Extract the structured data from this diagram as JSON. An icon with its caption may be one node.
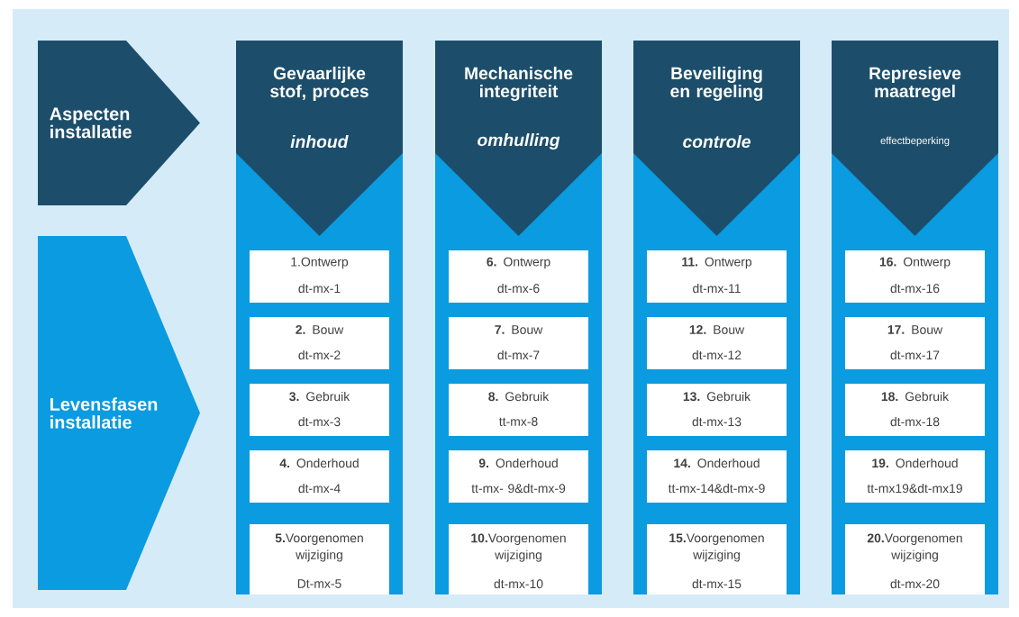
{
  "diagram": {
    "nodes": [
      {
        "text": [
          "Aspecten installatie"
        ]
      },
      {
        "text": [
          "Levensfasen installatie"
        ]
      },
      {
        "text": [
          "Gevaarlijke stof, proces",
          "*inhoud*"
        ]
      },
      {
        "text": [
          "1.Ontwerp",
          "dt-mx-1"
        ],
        "in": 2
      },
      {
        "text": [
          "**2.** Bouw",
          "dt-mx-2"
        ],
        "in": 2
      },
      {
        "text": [
          "**3.** Gebruik",
          "dt-mx-3"
        ],
        "in": 2
      },
      {
        "text": [
          "**4.** Onderhoud",
          "dt-mx-4"
        ],
        "in": 2
      },
      {
        "text": [
          "**5.**Voorgenomen wijziging",
          "Dt-mx-5"
        ],
        "in": 2
      },
      {
        "text": [
          "Mechanische integriteit",
          "*omhulling*"
        ]
      },
      {
        "text": [
          "**6.** Ontwerp",
          "dt-mx-6"
        ],
        "in": 8
      },
      {
        "text": [
          "**7.** Bouw",
          "dt-mx-7"
        ],
        "in": 8
      },
      {
        "text": [
          "**8.** Gebruik",
          "tt-mx-8"
        ],
        "in": 8
      },
      {
        "text": [
          "**9.** Onderhoud",
          "tt-mx- 9&dt-mx-9"
        ],
        "in": 8
      },
      {
        "text": [
          "**10.**Voorgenomen wijziging",
          "dt-mx-10"
        ],
        "in": 8
      },
      {
        "text": [
          "Beveiliging en regeling",
          "*controle*"
        ]
      },
      {
        "text": [
          "**11.** Ontwerp",
          "dt-mx-11"
        ],
        "in": 14
      },
      {
        "text": [
          "**12.** Bouw",
          "dt-mx-12"
        ],
        "in": 14
      },
      {
        "text": [
          "**13.** Gebruik",
          "dt-mx-13"
        ],
        "in": 14
      },
      {
        "text": [
          "**14.** Onderhoud",
          "tt-mx-14&dt-mx-9"
        ],
        "in": 14
      },
      {
        "text": [
          "**15.**Voorgenomen wijziging",
          "dt-mx-15"
        ],
        "in": 14
      },
      {
        "text": [
          "Represieve maatregel",
          "effectbeperking"
        ]
      },
      {
        "text": [
          "**16.** Ontwerp",
          "dt-mx-16"
        ],
        "in": 20
      },
      {
        "text": [
          "**17.** Bouw",
          "dt-mx-17"
        ],
        "in": 20
      },
      {
        "text": [
          "**18.** Gebruik",
          "dt-mx-18"
        ],
        "in": 20
      },
      {
        "text": [
          "**19.** Onderhoud",
          "tt-mx19&dt-mx19"
        ],
        "in": 20
      },
      {
        "text": [
          "**20.**Voorgenomen wijziging",
          "dt-mx-20"
        ],
        "in": 20
      }
    ],
    "edges": []
  }
}
